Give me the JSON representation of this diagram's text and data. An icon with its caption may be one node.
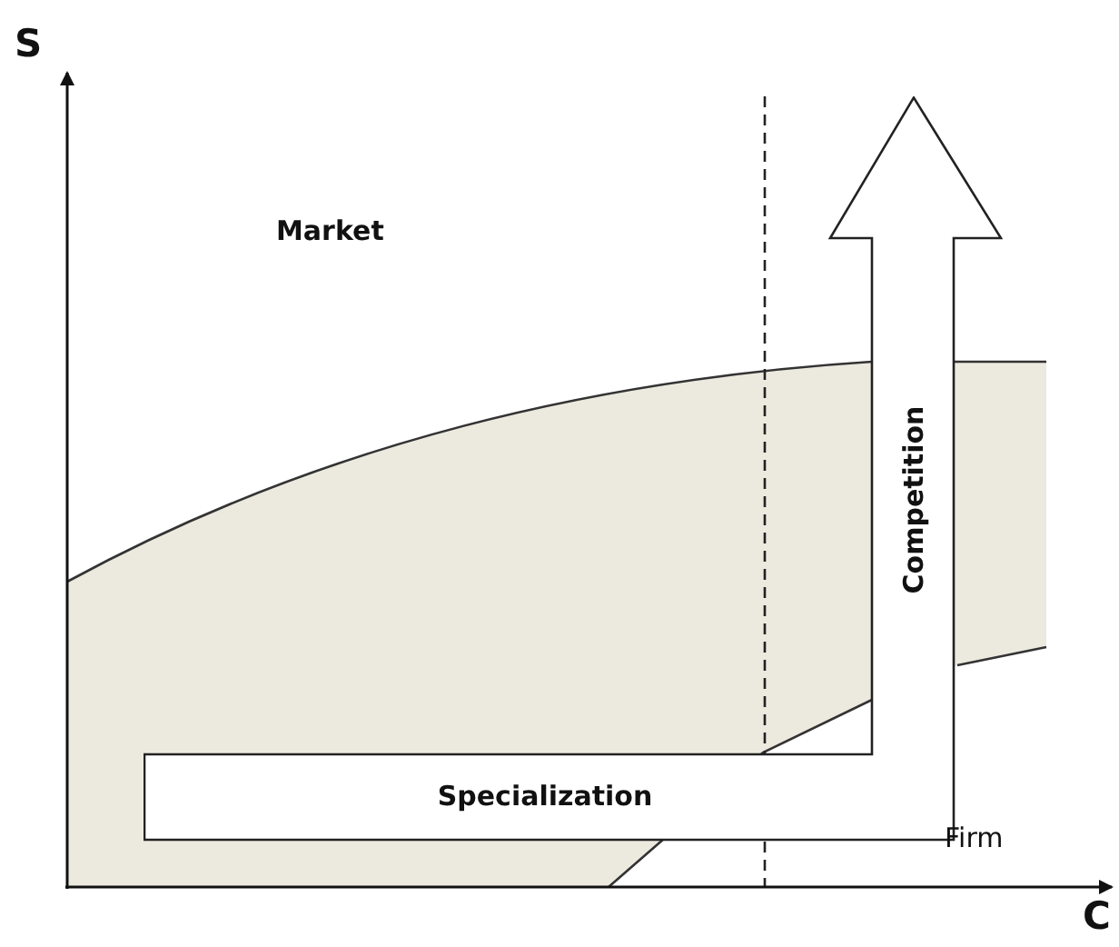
{
  "diagram": {
    "nodes": [
      {
        "text": [
          "Competition",
          "Specialization"
        ]
      }
    ],
    "edges": [],
    "labels": [
      "S",
      "Market",
      "Firm",
      "C"
    ]
  }
}
